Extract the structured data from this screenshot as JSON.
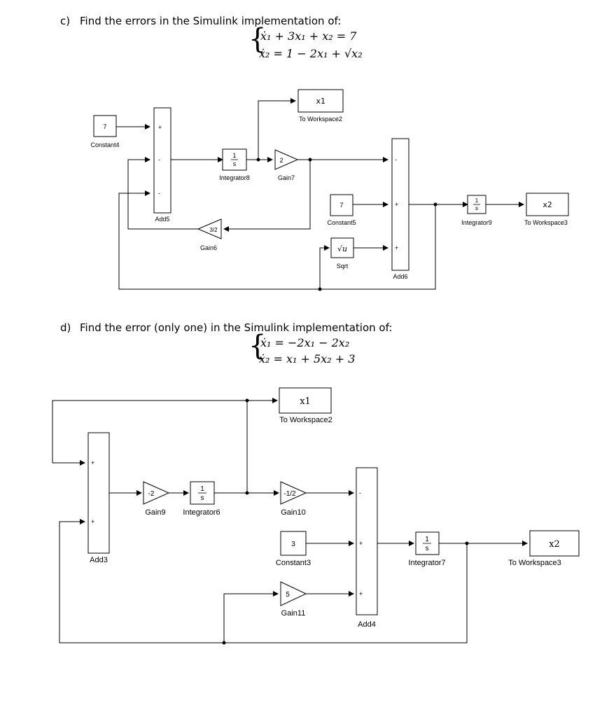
{
  "question_c": {
    "label": "c)",
    "text": "Find the errors in the Simulink implementation of:",
    "eq1": "ẋ₁ + 3x₁ + x₂ = 7",
    "eq2": "ẋ₂ = 1 − 2x₁ + √x₂"
  },
  "question_d": {
    "label": "d)",
    "text": "Find the error (only one) in the Simulink implementation of:",
    "eq1": "ẋ₁ = −2x₁ − 2x₂",
    "eq2": "ẋ₂ = x₁ + 5x₂ + 3"
  },
  "diagram_c": {
    "constant4": {
      "value": "7",
      "name": "Constant4"
    },
    "add5": {
      "name": "Add5",
      "signs": [
        "+",
        "-",
        "-"
      ]
    },
    "integrator8": {
      "num": "1",
      "den": "s",
      "name": "Integrator8"
    },
    "gain7": {
      "value": "2",
      "name": "Gain7"
    },
    "to_workspace2": {
      "var": "x1",
      "name": "To Workspace2"
    },
    "gain6": {
      "value": "3/2",
      "name": "Gain6"
    },
    "constant5": {
      "value": "7",
      "name": "Constant5"
    },
    "sqrt": {
      "value": "√u",
      "name": "Sqrt"
    },
    "add6": {
      "name": "Add6",
      "signs": [
        "-",
        "+",
        "+"
      ]
    },
    "integrator9": {
      "num": "1",
      "den": "s",
      "name": "Integrator9"
    },
    "to_workspace3": {
      "var": "x2",
      "name": "To Workspace3"
    }
  },
  "diagram_d": {
    "add3": {
      "name": "Add3",
      "signs": [
        "+",
        "+"
      ]
    },
    "gain9": {
      "value": "-2",
      "name": "Gain9"
    },
    "integrator6": {
      "num": "1",
      "den": "s",
      "name": "Integrator6"
    },
    "to_workspace2": {
      "var": "x1",
      "name": "To Workspace2"
    },
    "gain10": {
      "value": "-1/2",
      "name": "Gain10"
    },
    "constant3": {
      "value": "3",
      "name": "Constant3"
    },
    "gain11": {
      "value": "5",
      "name": "Gain11"
    },
    "add4": {
      "name": "Add4",
      "signs": [
        "-",
        "+",
        "+"
      ]
    },
    "integrator7": {
      "num": "1",
      "den": "s",
      "name": "Integrator7"
    },
    "to_workspace3": {
      "var": "x2",
      "name": "To Workspace3"
    }
  }
}
